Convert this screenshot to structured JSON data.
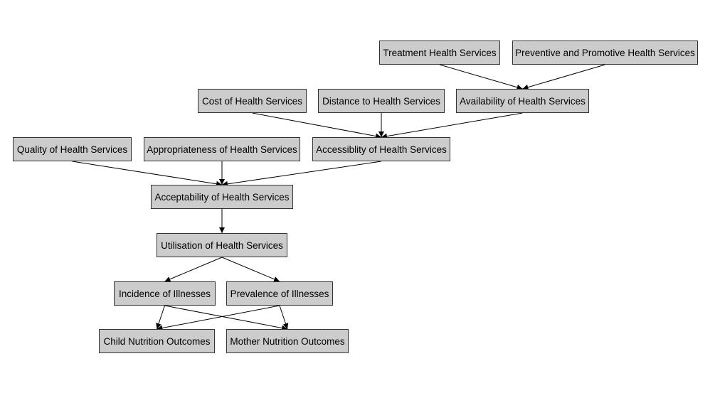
{
  "nodes": {
    "treatment": "Treatment Health Services",
    "preventive": "Preventive and Promotive Health Services",
    "cost": "Cost of Health Services",
    "distance": "Distance to Health Services",
    "availability": "Availability of Health Services",
    "quality": "Quality of Health Services",
    "appropriateness": "Appropriateness of Health Services",
    "accessibility": "Accessiblity of Health Services",
    "acceptability": "Acceptability of Health Services",
    "utilisation": "Utilisation of Health Services",
    "incidence": "Incidence of Illnesses",
    "prevalence": "Prevalence of Illnesses",
    "child_nutrition": "Child Nutrition Outcomes",
    "mother_nutrition": "Mother Nutrition Outcomes"
  },
  "edges": [
    {
      "from": "treatment",
      "to": "availability"
    },
    {
      "from": "preventive",
      "to": "availability"
    },
    {
      "from": "cost",
      "to": "accessibility"
    },
    {
      "from": "distance",
      "to": "accessibility"
    },
    {
      "from": "availability",
      "to": "accessibility"
    },
    {
      "from": "quality",
      "to": "acceptability"
    },
    {
      "from": "appropriateness",
      "to": "acceptability"
    },
    {
      "from": "accessibility",
      "to": "acceptability"
    },
    {
      "from": "acceptability",
      "to": "utilisation"
    },
    {
      "from": "utilisation",
      "to": "incidence"
    },
    {
      "from": "utilisation",
      "to": "prevalence"
    },
    {
      "from": "incidence",
      "to": "child_nutrition"
    },
    {
      "from": "incidence",
      "to": "mother_nutrition"
    },
    {
      "from": "prevalence",
      "to": "child_nutrition"
    },
    {
      "from": "prevalence",
      "to": "mother_nutrition"
    }
  ],
  "colors": {
    "node_fill": "#cccccc",
    "node_border": "#333333",
    "edge": "#000000"
  }
}
